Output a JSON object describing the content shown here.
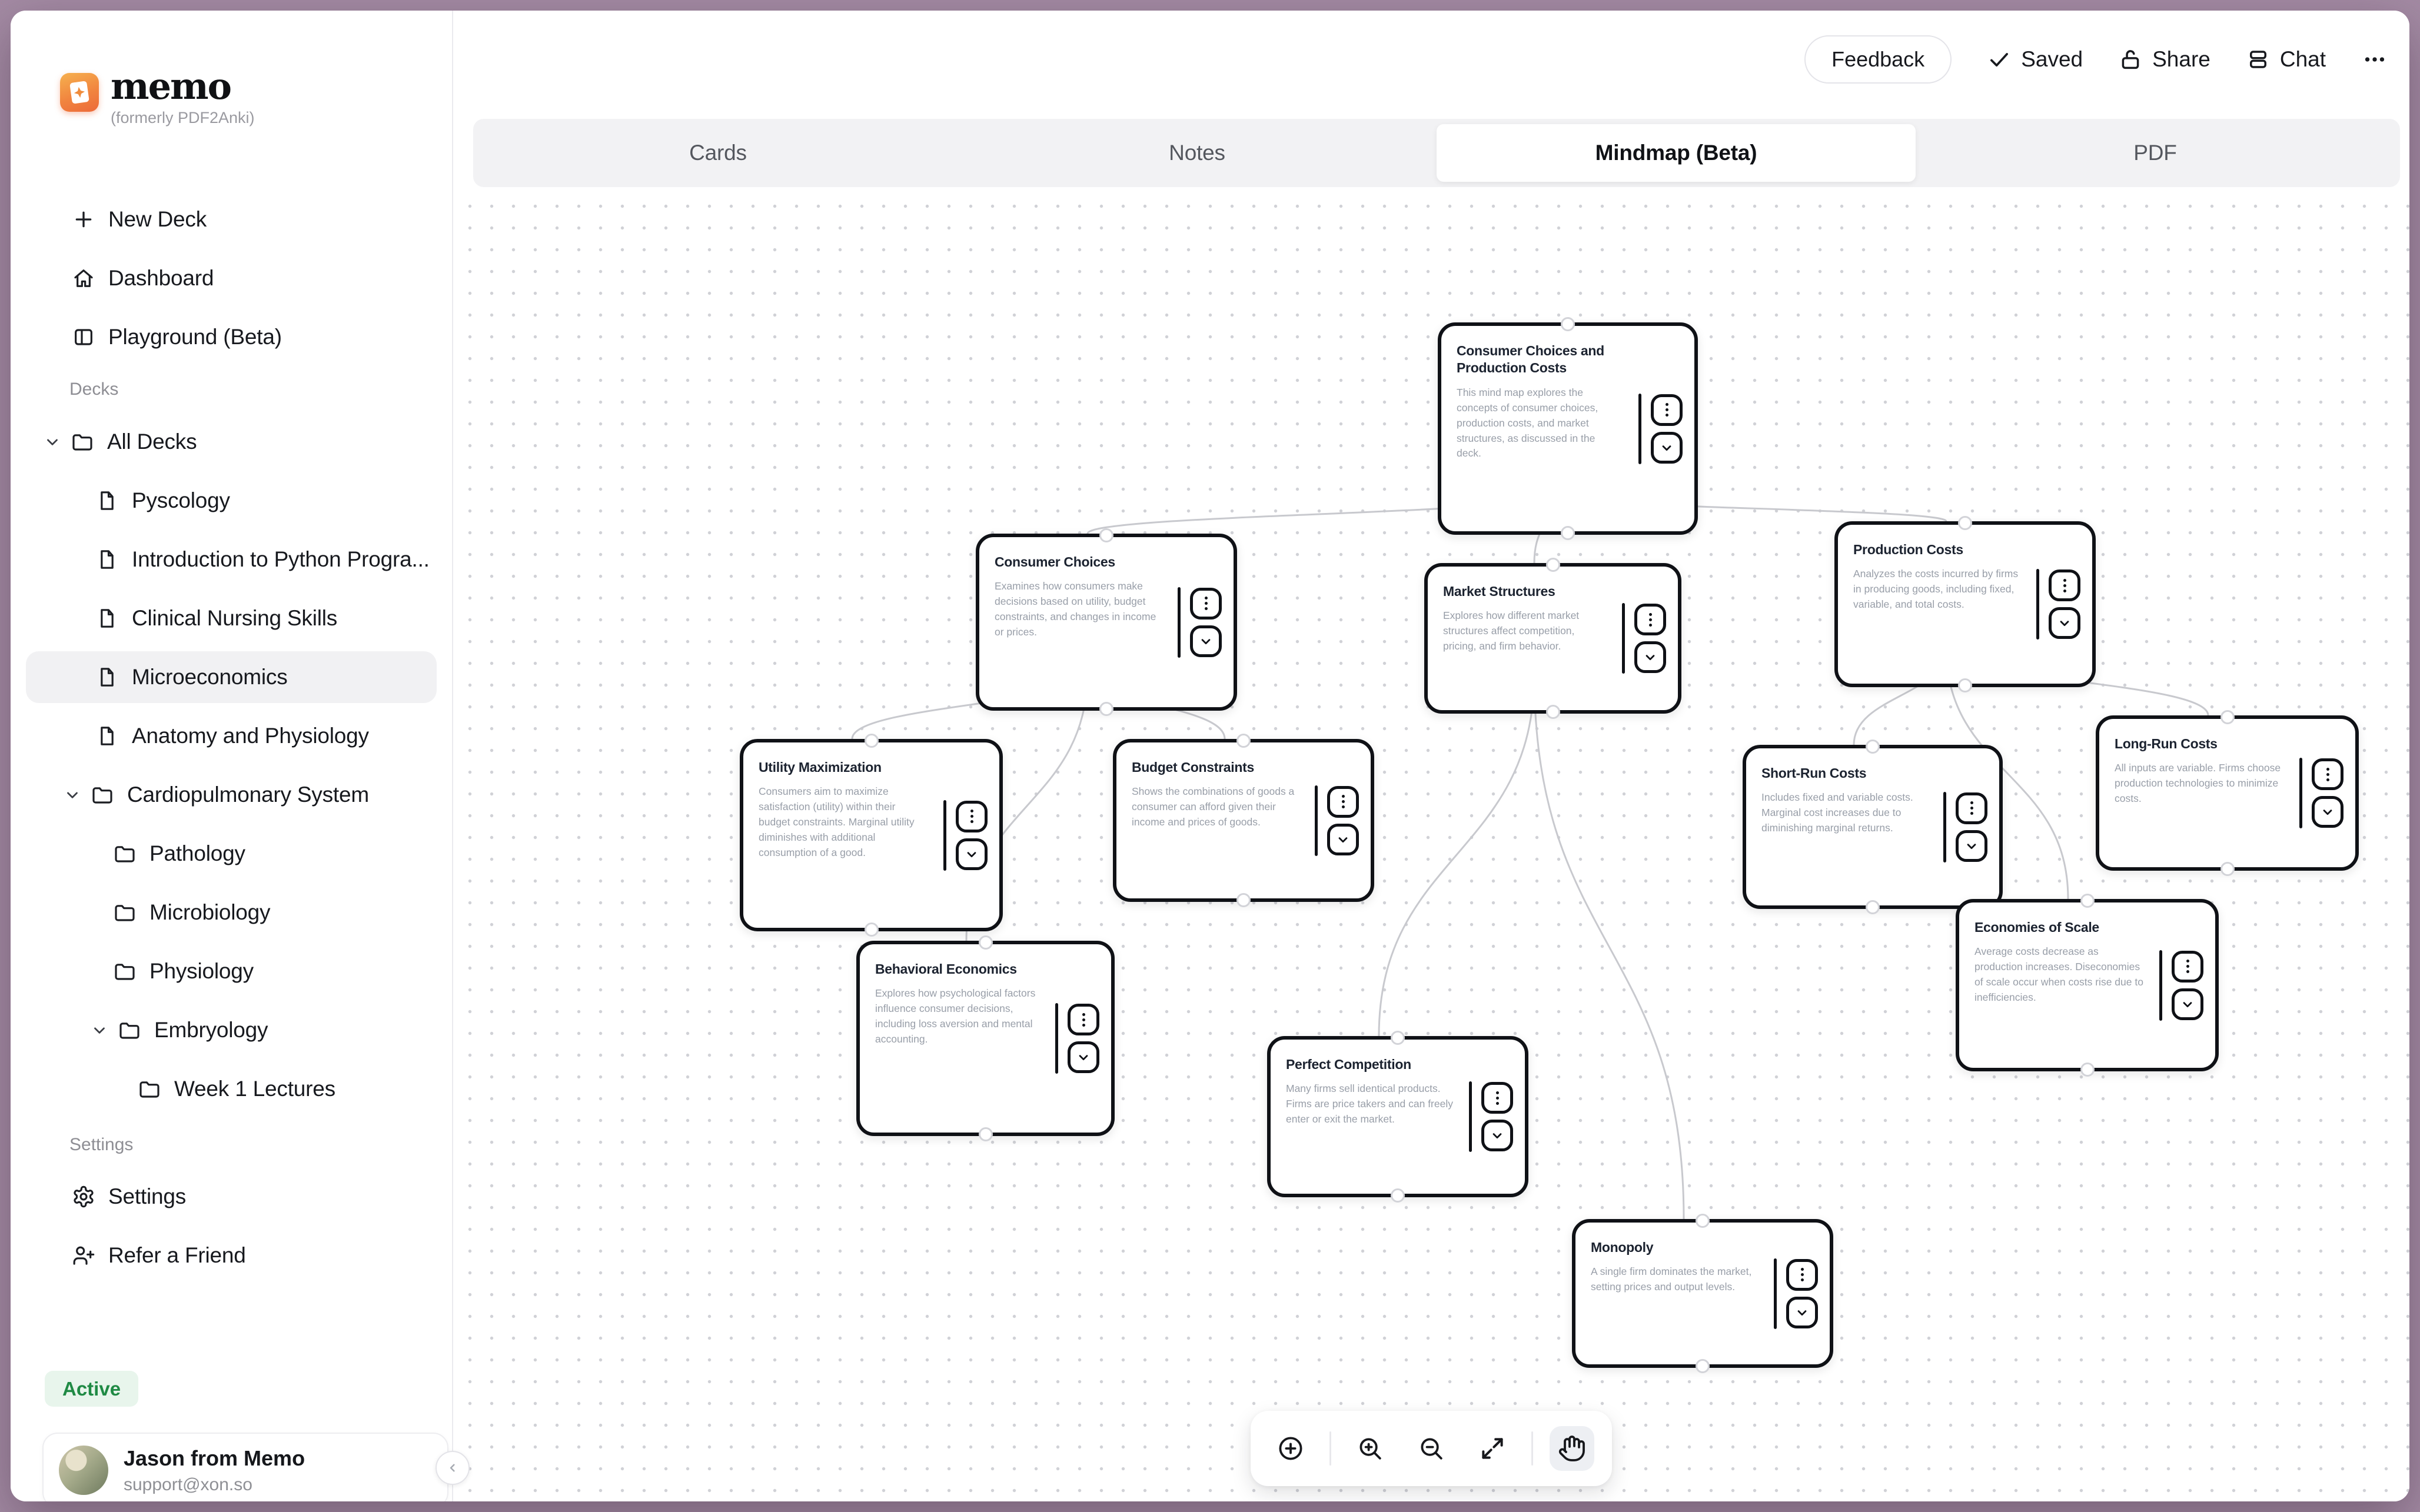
{
  "app": {
    "frame_color": "#a48ba4",
    "accent_orange": "#ee7a3c",
    "badge_green_bg": "#e8f5ec",
    "badge_green_text": "#1f8a44"
  },
  "sidebar": {
    "logo": {
      "name": "memo",
      "subtitle": "(formerly PDF2Anki)"
    },
    "nav": [
      {
        "label": "New Deck",
        "icon": "plus-icon"
      },
      {
        "label": "Dashboard",
        "icon": "home-icon"
      },
      {
        "label": "Playground (Beta)",
        "icon": "playground-icon"
      }
    ],
    "sections": {
      "decks": "Decks",
      "settings": "Settings"
    },
    "tree": [
      {
        "label": "All Decks",
        "icon": "folder",
        "expanded": true
      },
      {
        "label": "Pyscology",
        "icon": "file"
      },
      {
        "label": "Introduction to Python Progra...",
        "icon": "file"
      },
      {
        "label": "Clinical Nursing Skills",
        "icon": "file"
      },
      {
        "label": "Microeconomics",
        "icon": "file",
        "selected": true
      },
      {
        "label": "Anatomy and Physiology",
        "icon": "file"
      },
      {
        "label": "Cardiopulmonary System",
        "icon": "folder",
        "expanded": true
      },
      {
        "label": "Pathology",
        "icon": "folder"
      },
      {
        "label": "Microbiology",
        "icon": "folder"
      },
      {
        "label": "Physiology",
        "icon": "folder"
      },
      {
        "label": "Embryology",
        "icon": "folder",
        "expanded": true
      },
      {
        "label": "Week 1 Lectures",
        "icon": "folder"
      }
    ],
    "settings_items": [
      {
        "label": "Settings",
        "icon": "gear-icon"
      },
      {
        "label": "Refer a Friend",
        "icon": "user-plus-icon"
      }
    ],
    "status_badge": {
      "label": "Active"
    },
    "user": {
      "name": "Jason from Memo",
      "email": "support@xon.so"
    }
  },
  "topbar": {
    "feedback_label": "Feedback",
    "saved_label": "Saved",
    "share_label": "Share",
    "chat_label": "Chat"
  },
  "tabs": [
    {
      "label": "Cards",
      "active": false
    },
    {
      "label": "Notes",
      "active": false
    },
    {
      "label": "Mindmap (Beta)",
      "active": true
    },
    {
      "label": "PDF",
      "active": false
    }
  ],
  "mindmap": {
    "nodes": [
      {
        "id": "root",
        "title": "Consumer Choices and Production Costs",
        "description": "This mind map explores the concepts of consumer choices, production costs, and market structures, as discussed in the deck."
      },
      {
        "id": "consumer-choices",
        "title": "Consumer Choices",
        "description": "Examines how consumers make decisions based on utility, budget constraints, and changes in income or prices."
      },
      {
        "id": "market-structures",
        "title": "Market Structures",
        "description": "Explores how different market structures affect competition, pricing, and firm behavior."
      },
      {
        "id": "production-costs",
        "title": "Production Costs",
        "description": "Analyzes the costs incurred by firms in producing goods, including fixed, variable, and total costs."
      },
      {
        "id": "utility-maximization",
        "title": "Utility Maximization",
        "description": "Consumers aim to maximize satisfaction (utility) within their budget constraints. Marginal utility diminishes with additional consumption of a good."
      },
      {
        "id": "budget-constraints",
        "title": "Budget Constraints",
        "description": "Shows the combinations of goods a consumer can afford given their income and prices of goods."
      },
      {
        "id": "behavioral-economics",
        "title": "Behavioral Economics",
        "description": "Explores how psychological factors influence consumer decisions, including loss aversion and mental accounting."
      },
      {
        "id": "perfect-competition",
        "title": "Perfect Competition",
        "description": "Many firms sell identical products. Firms are price takers and can freely enter or exit the market."
      },
      {
        "id": "monopoly",
        "title": "Monopoly",
        "description": "A single firm dominates the market, setting prices and output levels."
      },
      {
        "id": "short-run-costs",
        "title": "Short-Run Costs",
        "description": "Includes fixed and variable costs. Marginal cost increases due to diminishing marginal returns."
      },
      {
        "id": "long-run-costs",
        "title": "Long-Run Costs",
        "description": "All inputs are variable. Firms choose production technologies to minimize costs."
      },
      {
        "id": "economies-of-scale",
        "title": "Economies of Scale",
        "description": "Average costs decrease as production increases. Diseconomies of scale occur when costs rise due to inefficiencies."
      }
    ],
    "edges": [
      [
        "root",
        "consumer-choices"
      ],
      [
        "root",
        "market-structures"
      ],
      [
        "root",
        "production-costs"
      ],
      [
        "consumer-choices",
        "utility-maximization"
      ],
      [
        "consumer-choices",
        "budget-constraints"
      ],
      [
        "consumer-choices",
        "behavioral-economics"
      ],
      [
        "market-structures",
        "perfect-competition"
      ],
      [
        "market-structures",
        "monopoly"
      ],
      [
        "production-costs",
        "short-run-costs"
      ],
      [
        "production-costs",
        "long-run-costs"
      ],
      [
        "production-costs",
        "economies-of-scale"
      ]
    ]
  },
  "canvas_toolbar": {
    "tools": [
      "add-node",
      "zoom-in",
      "zoom-out",
      "fit-view",
      "pan"
    ],
    "active_tool": "pan"
  }
}
